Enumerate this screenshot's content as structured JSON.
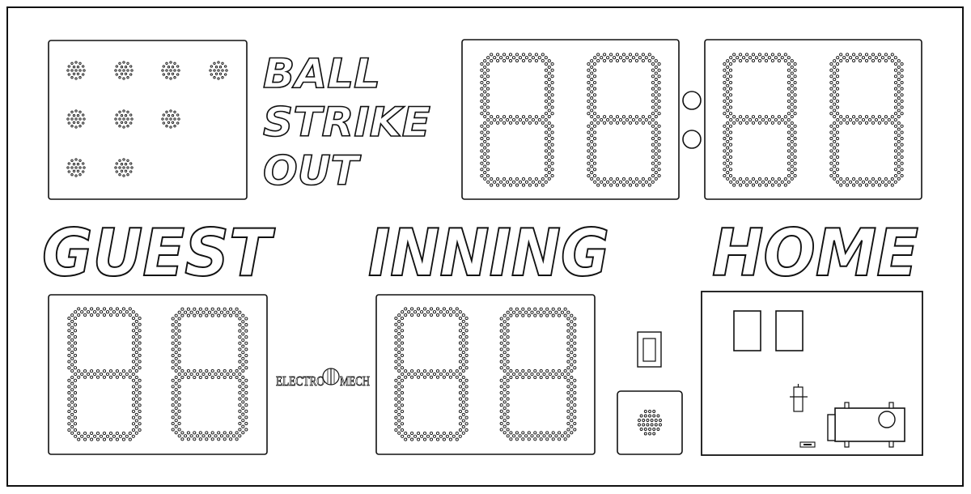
{
  "labels": {
    "ball": "BALL",
    "strike": "STRIKE",
    "out": "OUT",
    "guest": "GUEST",
    "inning": "INNING",
    "home": "HOME"
  },
  "logo": {
    "left": "ELECTRO",
    "right": "MECH"
  },
  "indicators": {
    "ball_count": 4,
    "strike_count": 3,
    "out_count": 2
  },
  "colors": {
    "stroke": "#111111",
    "background": "#ffffff"
  }
}
